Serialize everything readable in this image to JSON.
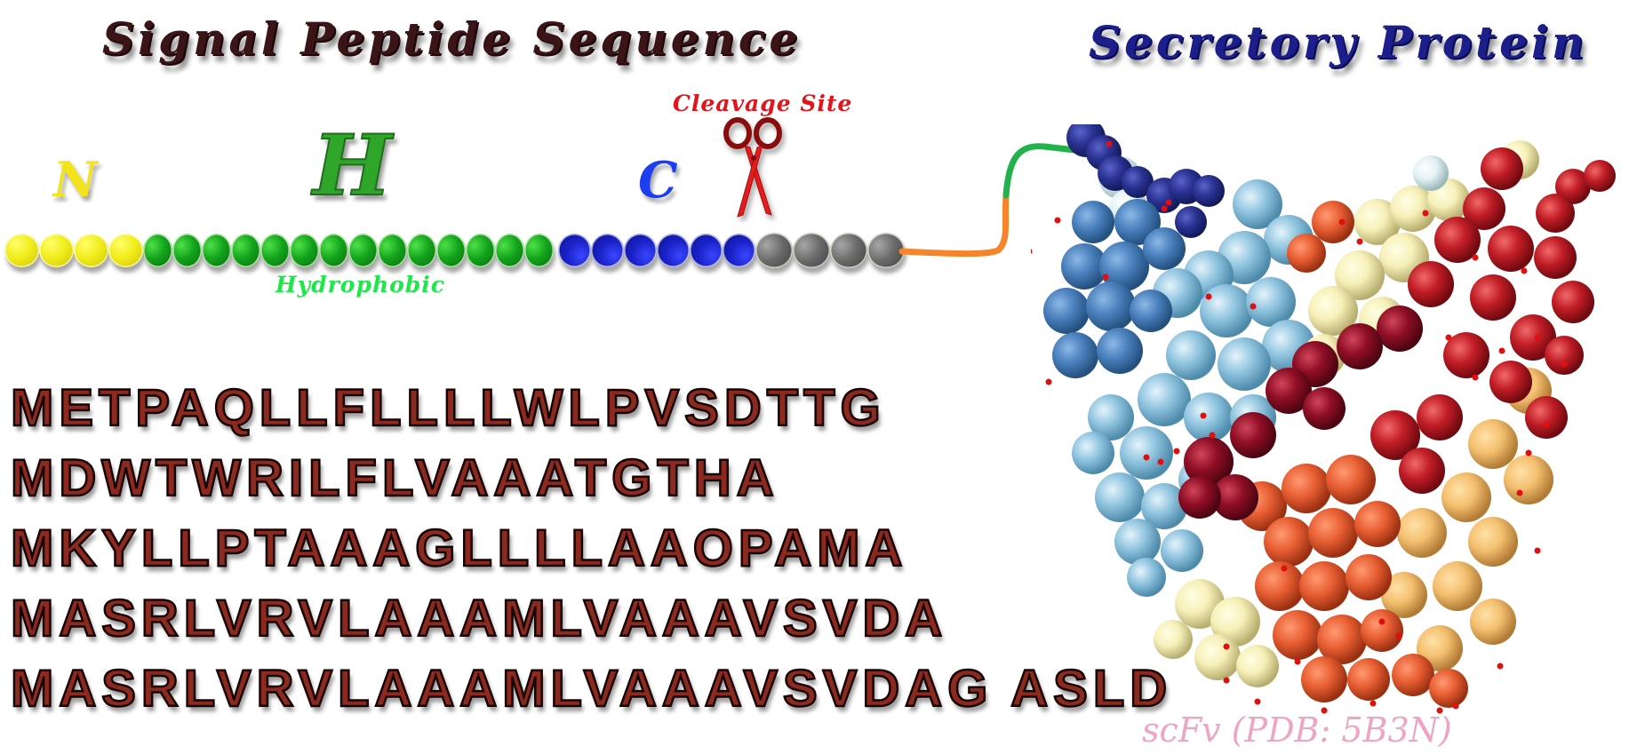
{
  "titles": {
    "left": "Signal Peptide Sequence",
    "right": "Secretory Protein"
  },
  "regions": {
    "n_label": "N",
    "h_label": "H",
    "c_label": "C",
    "hydrophobic_label": "Hydrophobic",
    "cleavage_label": "Cleavage Site"
  },
  "beads": {
    "n_region": {
      "count": 4,
      "color": "#f1ec1a"
    },
    "h_region": {
      "count": 14,
      "color": "#13a31b"
    },
    "c_region": {
      "count": 6,
      "color": "#1a22c8"
    },
    "mature": {
      "count": 4,
      "color": "#6b6b6b"
    }
  },
  "linker": {
    "colors": [
      "#f5842a",
      "#22b24c"
    ]
  },
  "sequences": [
    "METPAQLLFLLLLWLPVSDTTG",
    "MDWTWRILFLVAAATGTHA",
    "MKYLLPTAAAGLLLLAAOPAMA",
    "MASRLVRVLAAAMLVAAAVSVDA",
    "MASRLVRVLAAAMLVAAAVSVDAG ASLD"
  ],
  "protein": {
    "name": "scFv",
    "caption": "scFv (PDB: 5B3N)",
    "domain_colors": [
      "#2a3392",
      "#4a80bd",
      "#8fc4df",
      "#e2f2f4",
      "#f6f0b8",
      "#f4c070",
      "#e85f33",
      "#c11d26",
      "#8f0e25"
    ]
  },
  "icons": {
    "scissors": "scissors-icon"
  }
}
